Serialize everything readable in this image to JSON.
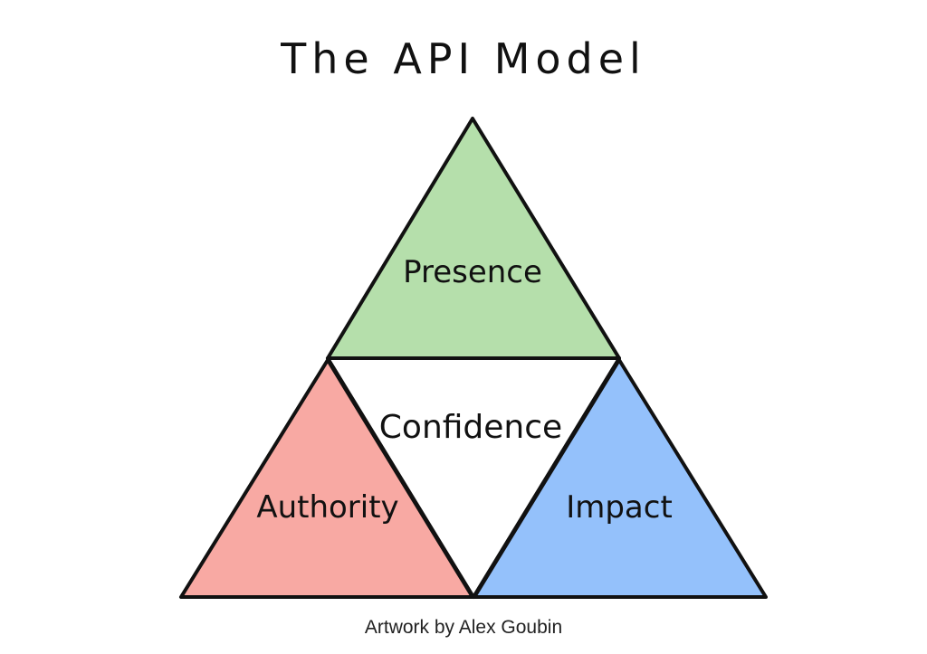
{
  "title": "The API Model",
  "colors": {
    "presence": "#b5dfab",
    "authority": "#f8a9a3",
    "impact": "#94c1fb",
    "center": "#ffffff",
    "outline": "#111111"
  },
  "triangles": {
    "presence": {
      "label": "Presence",
      "position": "top"
    },
    "authority": {
      "label": "Authority",
      "position": "bottom-left"
    },
    "impact": {
      "label": "Impact",
      "position": "bottom-right"
    },
    "center": {
      "label": "Confidence",
      "position": "center"
    }
  },
  "credit": "Artwork by Alex Goubin"
}
